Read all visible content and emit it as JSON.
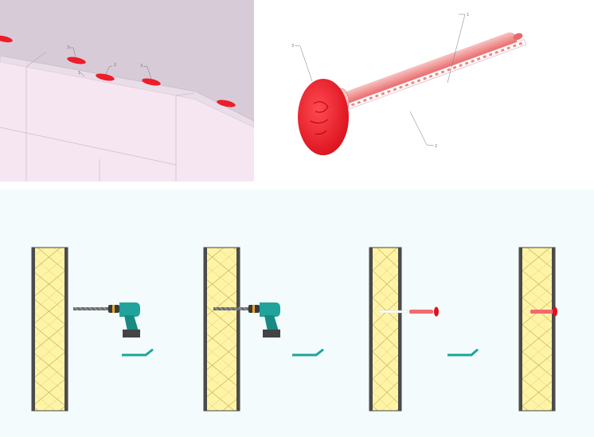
{
  "colors": {
    "anchor_red": "#ee1d2a",
    "anchor_sleeve": "#f4aaa8",
    "insulation_yellow": "#fff4a6",
    "insulation_line": "#c9b65a",
    "wall_outline": "#555555",
    "tool_teal": "#1fa39b",
    "arrow_teal": "#1aa59b",
    "roof_plane": "#d8cbd8",
    "wall_plane": "#f6e6f1",
    "bottom_bg": "#f3fbfd"
  },
  "top_left": {
    "callouts": [
      "1",
      "2",
      "3",
      "3"
    ]
  },
  "top_right": {
    "callouts": [
      "1",
      "2",
      "3"
    ]
  },
  "bottom": {
    "steps": [
      {
        "tool": "drill-with-bit"
      },
      {
        "tool": "drill-with-bit"
      },
      {
        "tool": "anchor-being-inserted"
      },
      {
        "tool": "anchor-installed"
      }
    ]
  }
}
